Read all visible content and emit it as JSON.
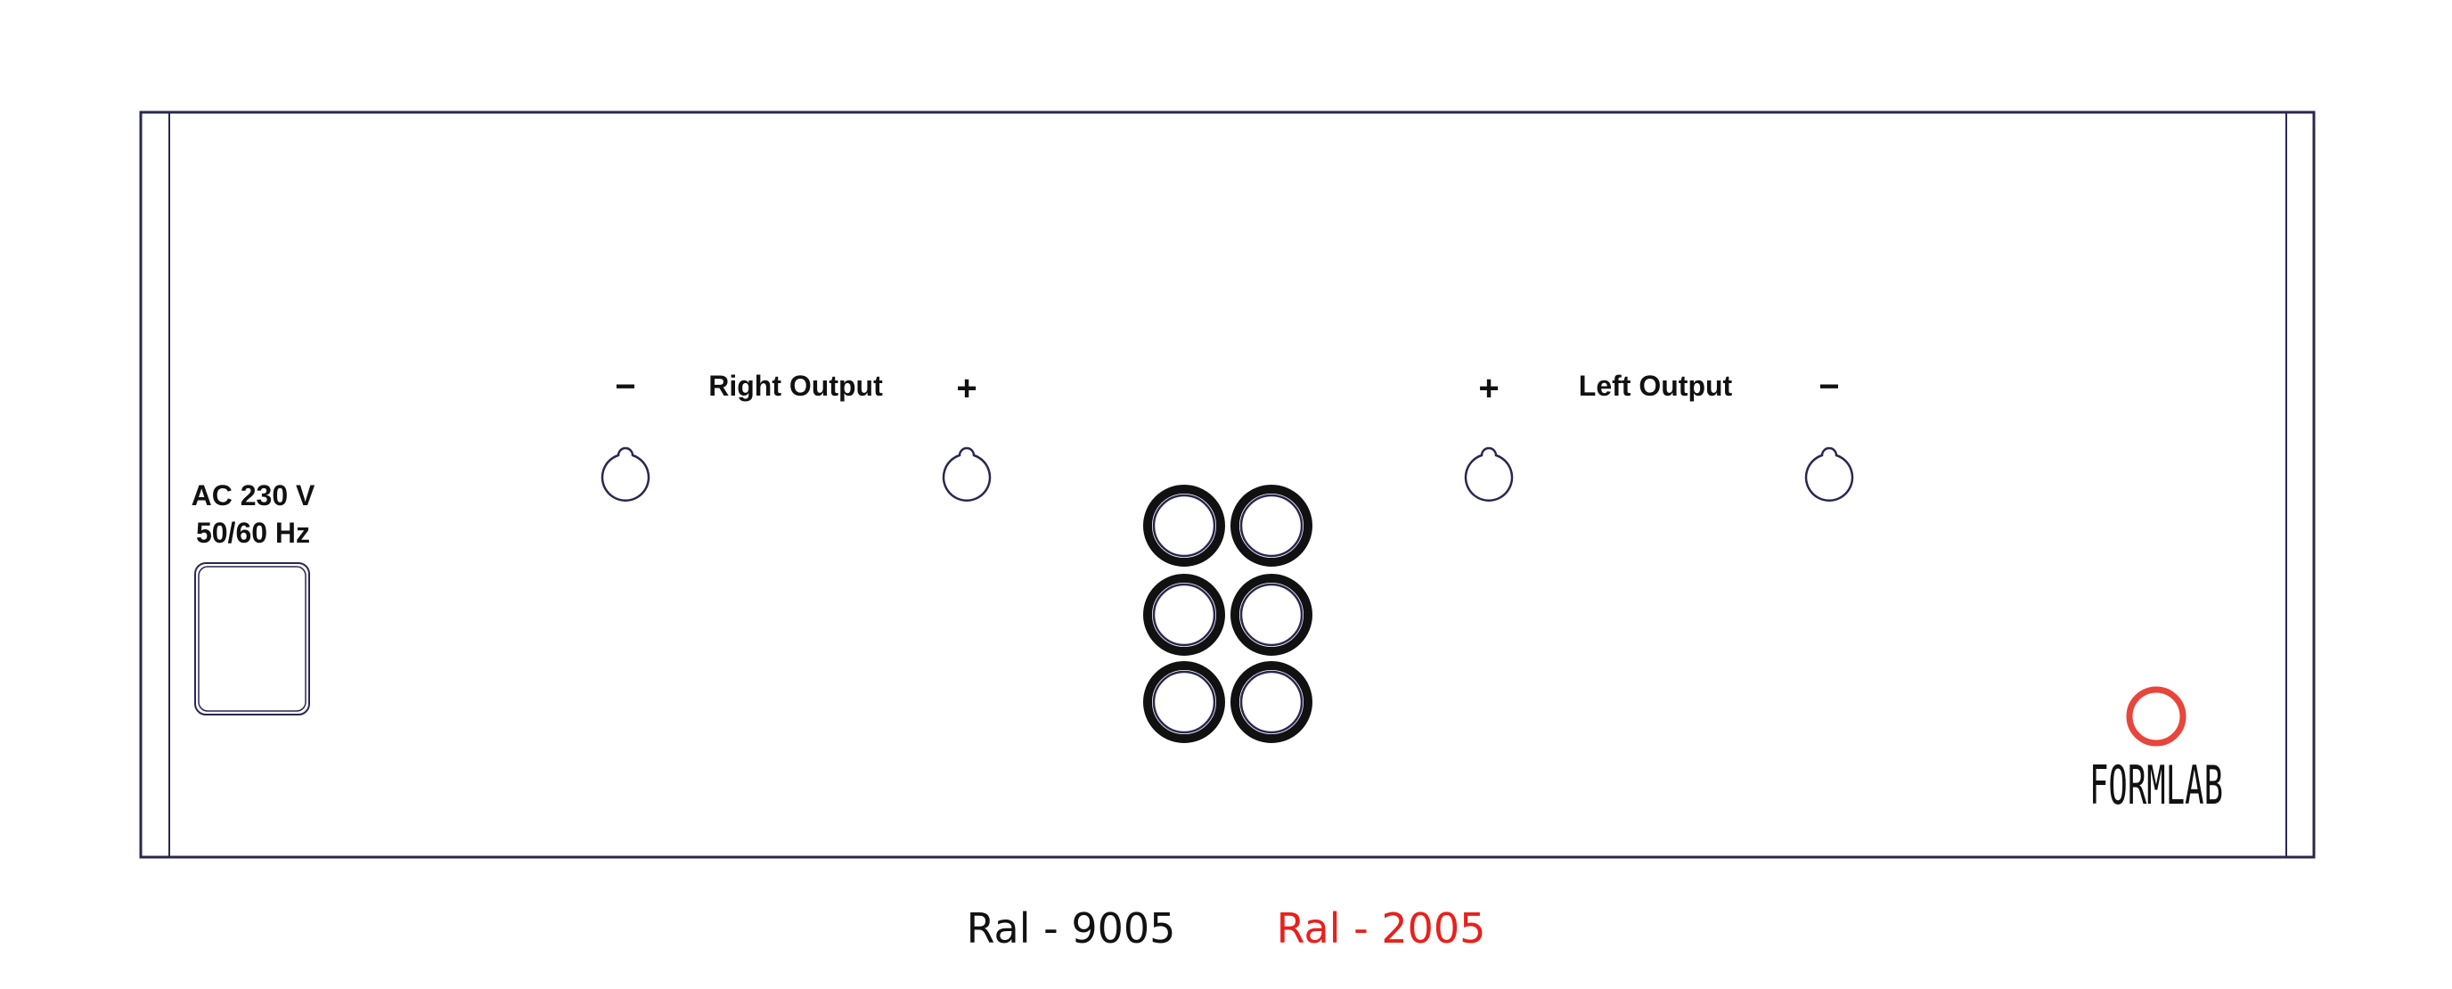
{
  "panel": {
    "power": {
      "voltage": "AC 230 V",
      "frequency": "50/60 Hz"
    },
    "right_output": {
      "label": "Right Output",
      "minus": "−",
      "plus": "+"
    },
    "left_output": {
      "label": "Left Output",
      "minus": "−",
      "plus": "+"
    },
    "logo": {
      "text": "FORMLAB",
      "circle_color": "#e8453c"
    },
    "line_color": "#2a2750"
  },
  "colors": {
    "ral_9005": {
      "label": "Ral - 9005",
      "color": "#111111"
    },
    "ral_2005": {
      "label": "Ral - 2005",
      "color": "#e8201c"
    }
  }
}
